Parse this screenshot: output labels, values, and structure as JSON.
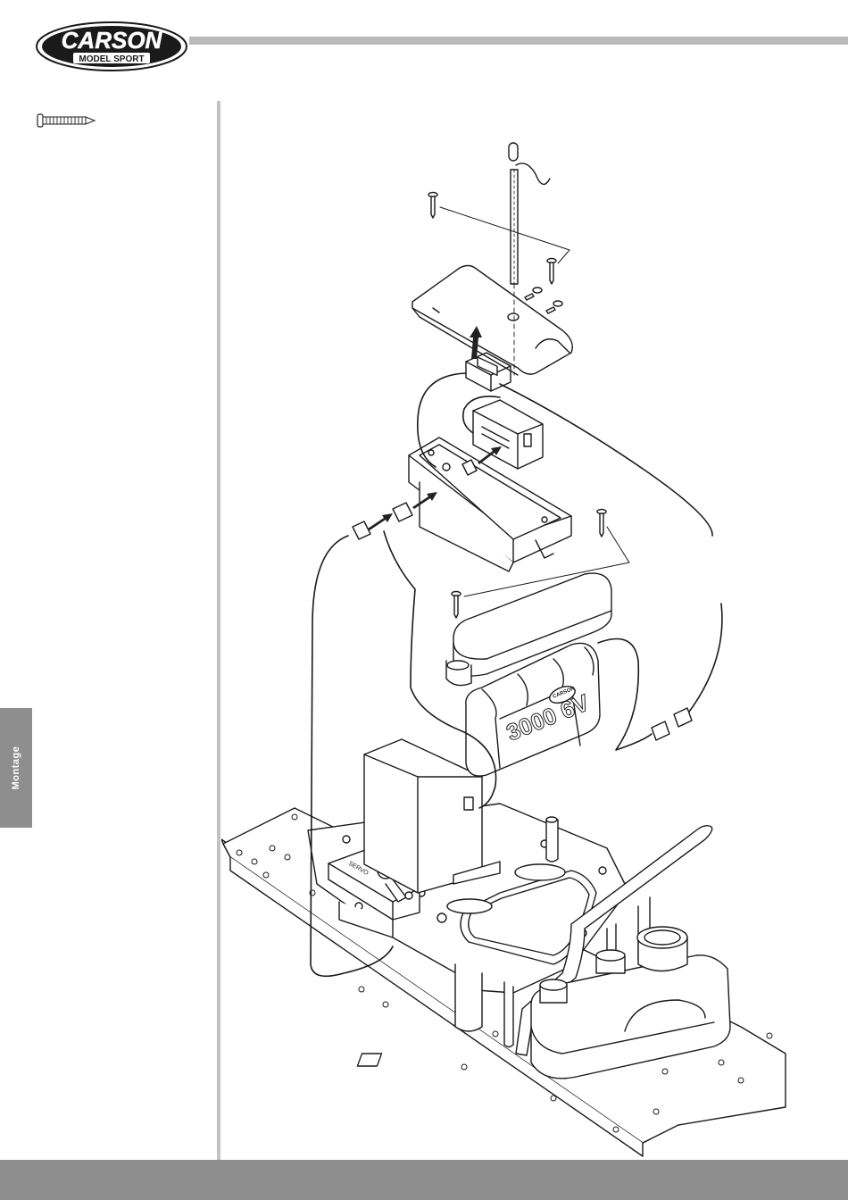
{
  "brand": {
    "name": "CARSON",
    "tagline": "MODEL SPORT",
    "colors": {
      "logo": "#1a1a1a",
      "bar": "#b9b9b9",
      "tab": "#8e8e8e"
    }
  },
  "sidebar": {
    "tab_label": "Montage"
  },
  "legend": {
    "icon": "screw-icon"
  },
  "figure": {
    "battery_label": "3000 6V",
    "battery_logo": "CARSON",
    "icons": [
      "antenna-icon",
      "receiver-box-icon",
      "receiver-icon",
      "battery-icon",
      "servo-icon",
      "chassis-icon",
      "fuel-tank-icon",
      "switch-icon",
      "connector-icon"
    ]
  }
}
